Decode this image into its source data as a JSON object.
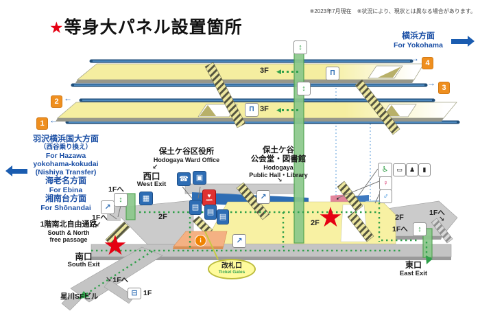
{
  "header": {
    "title_star": "★",
    "title": "等身大パネル設置箇所",
    "note": "※2023年7月現在　※状況により、現状とは異なる場合があります。"
  },
  "directions": {
    "yokohama_ja": "横浜方面",
    "yokohama_en": "For Yokohama",
    "hazawa_lines": [
      "羽沢横浜国大方面",
      "（西谷乗り換え）",
      "For Hazawa",
      "yokohama-kokudai",
      "(Nishiya Transfer)",
      "海老名方面",
      "For Ebina",
      "湘南台方面",
      "For Shōnandai"
    ]
  },
  "platform": {
    "floor": "3F",
    "num1": "1",
    "num2": "2",
    "num3": "3",
    "num4": "4"
  },
  "places": {
    "ward_ja": "保土ケ谷区役所",
    "ward_en": "Hodogaya Ward Office",
    "hall_ja1": "保土ケ谷",
    "hall_ja2": "公会堂・図書館",
    "hall_en1": "Hodogaya",
    "hall_en2": "Public Hall・Library",
    "bldg": "星川SFビル"
  },
  "exits": {
    "west_ja": "西口",
    "west_en": "West Exit",
    "south_ja": "南口",
    "south_en": "South Exit",
    "east_ja": "東口",
    "east_en": "East Exit",
    "passage_ja": "1階南北自由通路",
    "passage_en1": "South & North",
    "passage_en2": "free passage",
    "gates_ja": "改札口",
    "gates_en": "Ticket Gates"
  },
  "floors": {
    "f2": "2F",
    "f3": "3F",
    "f1to": "1Fへ",
    "f1": "1F"
  },
  "icon_glyphs": {
    "star": "★",
    "elevator": "↕",
    "escalator": "↗",
    "bench": "Π",
    "phone": "☎",
    "photo": "▣",
    "tvm": "▤",
    "locker": "▦",
    "bus": "⊟",
    "aed_heart": "♥",
    "aed_label": "AED",
    "office": "i",
    "wheelchair": "♿",
    "baby_bed": "▭",
    "baby_chair": "♟",
    "ostomate": "▮",
    "female": "♀",
    "male": "♂"
  },
  "arrows": {
    "left": "←",
    "right": "→",
    "down_left": "↙",
    "down_right": "↘",
    "tri_left": "◀"
  },
  "colors": {
    "track_blue": "#1F4E79",
    "platform_yellow": "#F5EEA0",
    "paid_yellow": "#F8F1A3",
    "route_green": "#2FA04A",
    "shaft_green": "#8BC88B",
    "concourse_gray": "#CBCBCB",
    "gate_blue": "#2E6DB4",
    "number_orange": "#EF8F1F",
    "star_red": "#E50012"
  }
}
